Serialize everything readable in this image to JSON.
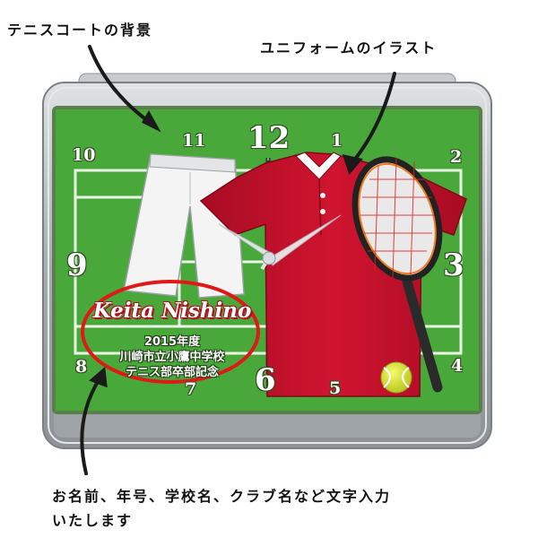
{
  "annotations": {
    "court_background": "テニスコートの背景",
    "uniform_illustration": "ユニフォームのイラスト",
    "custom_text_line1": "お名前、年号、学校名、クラブ名など文字入力",
    "custom_text_line2": "いたします"
  },
  "clock": {
    "numerals": {
      "n1": "1",
      "n2": "2",
      "n3": "3",
      "n4": "4",
      "n5": "5",
      "n6": "6",
      "n7": "7",
      "n8": "8",
      "n9": "9",
      "n10": "10",
      "n11": "11",
      "n12": "12"
    },
    "custom_text": {
      "name": "Keita Nishino",
      "year": "2015年度",
      "school": "川崎市立小鷹中学校",
      "club": "テニス部卒部記念"
    }
  },
  "colors": {
    "court_green": "#49a83a",
    "court_line": "#e9f6e4",
    "shirt_red": "#c8102e",
    "shorts_white": "#f4f4f4",
    "frame_silver": "#b8bcbf",
    "highlight_red": "#e01818",
    "ball_yellow": "#dce82a"
  }
}
